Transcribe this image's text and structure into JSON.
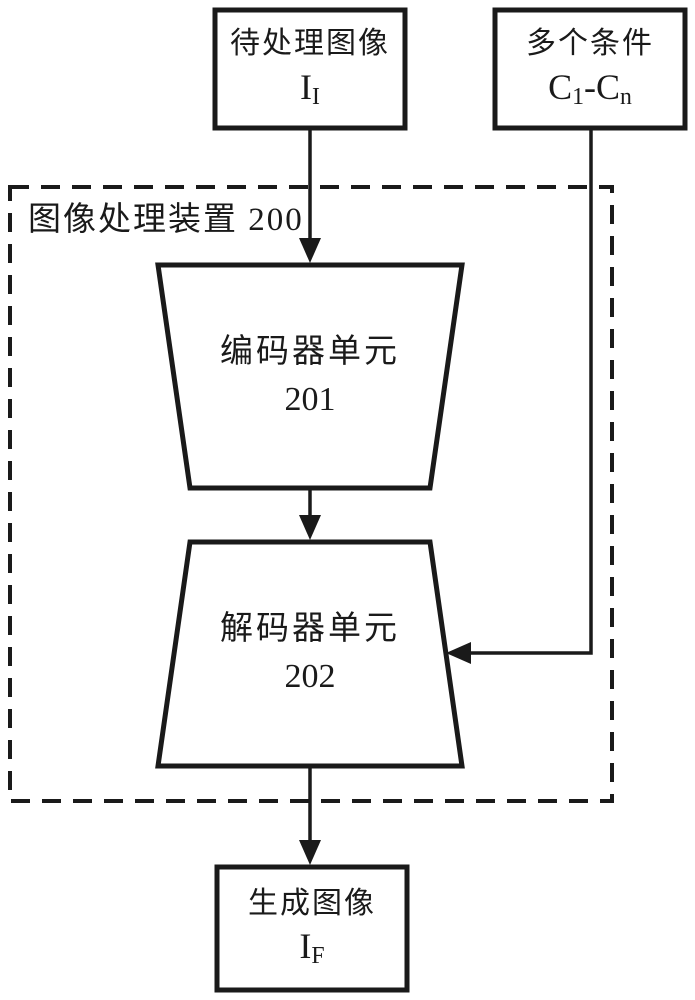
{
  "diagram": {
    "input_box": {
      "label": "待处理图像",
      "symbol_base": "I",
      "symbol_sub": "I"
    },
    "conditions_box": {
      "label": "多个条件",
      "symbol1_base": "C",
      "symbol1_sub": "1",
      "separator": "-",
      "symbol2_base": "C",
      "symbol2_sub": "n"
    },
    "container": {
      "label": "图像处理装置 200"
    },
    "encoder": {
      "label": "编码器单元",
      "number": "201"
    },
    "decoder": {
      "label": "解码器单元",
      "number": "202"
    },
    "output_box": {
      "label": "生成图像",
      "symbol_base": "I",
      "symbol_sub": "F"
    },
    "colors": {
      "stroke": "#1a1a1a",
      "background": "#ffffff"
    }
  }
}
